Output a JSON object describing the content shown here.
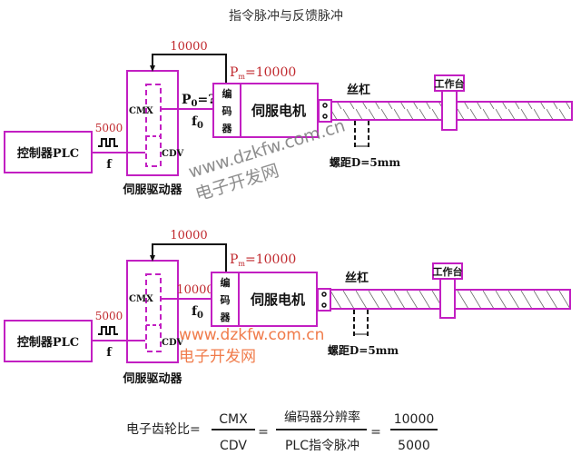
{
  "title": "指令脉冲与反馈脉冲",
  "colors": {
    "box_stroke": "#c21fc2",
    "value_red": "#c0282d",
    "watermark_gray": "#7a7a7a",
    "watermark_orange": "#f07b4a"
  },
  "diagrams": [
    {
      "plc_label": "控制器PLC",
      "pulse_count": "5000",
      "pulse_freq": "f",
      "driver_label": "伺服驱动器",
      "cmx_label": "CMX",
      "cdv_label": "CDV",
      "output_pulse": "P0=?",
      "output_pulse_main": "P",
      "output_pulse_sub": "0",
      "output_pulse_rest": "=?",
      "output_freq_main": "f",
      "output_freq_sub": "0",
      "feedback_value": "10000",
      "encoder_label": [
        "编",
        "码",
        "器"
      ],
      "encoder_resolution_main": "P",
      "encoder_resolution_sub": "m",
      "encoder_resolution_rest": "=10000",
      "motor_label": "伺服电机",
      "screw_label": "丝杠",
      "table_label": "工作台",
      "pitch_label": "螺距D=5mm",
      "watermark_url": "www.dzkfw.com.cn",
      "watermark_name": "电子开发网"
    },
    {
      "plc_label": "控制器PLC",
      "pulse_count": "5000",
      "pulse_freq": "f",
      "driver_label": "伺服驱动器",
      "cmx_label": "CMX",
      "cdv_label": "CDV",
      "output_pulse": "10000",
      "output_freq_main": "f",
      "output_freq_sub": "0",
      "feedback_value": "10000",
      "encoder_label": [
        "编",
        "码",
        "器"
      ],
      "encoder_resolution_main": "P",
      "encoder_resolution_sub": "m",
      "encoder_resolution_rest": "=10000",
      "motor_label": "伺服电机",
      "screw_label": "丝杠",
      "table_label": "工作台",
      "pitch_label": "螺距D=5mm",
      "watermark_url": "www.dzkfw.com.cn",
      "watermark_name": "电子开发网"
    }
  ],
  "formula": {
    "lhs": "电子齿轮比=",
    "frac1_num": "CMX",
    "frac1_den": "CDV",
    "eq1": "=",
    "frac2_num": "编码器分辨率",
    "frac2_den": "PLC指令脉冲",
    "eq2": "=",
    "frac3_num": "10000",
    "frac3_den": "5000"
  }
}
